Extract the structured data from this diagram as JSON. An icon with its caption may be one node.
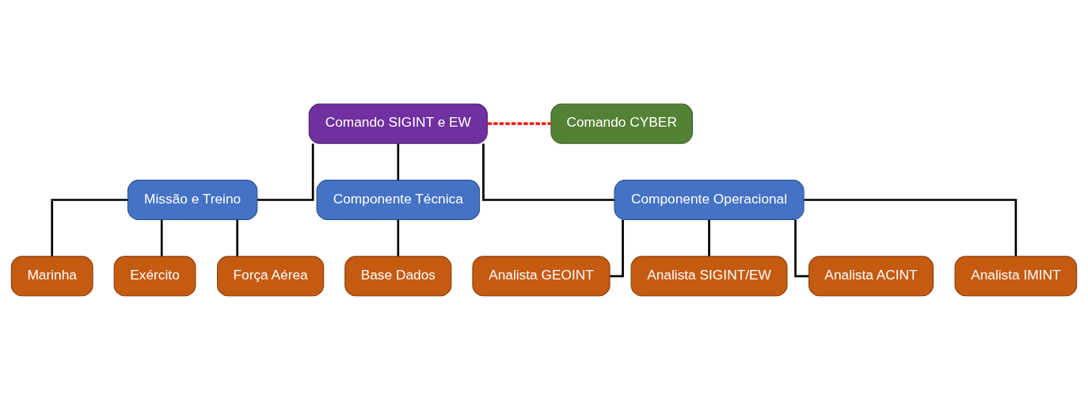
{
  "diagram": {
    "nodes": [
      {
        "text": [
          "Comando SIGINT e EW"
        ]
      },
      {
        "text": [
          "Comando CYBER"
        ]
      },
      {
        "text": [
          "Missão e Treino"
        ]
      },
      {
        "text": [
          "Componente Técnica"
        ]
      },
      {
        "text": [
          "Componente Operacional"
        ]
      },
      {
        "text": [
          "Marinha"
        ]
      },
      {
        "text": [
          "Exército"
        ]
      },
      {
        "text": [
          "Força Aérea"
        ]
      },
      {
        "text": [
          "Base Dados"
        ]
      },
      {
        "text": [
          "Analista GEOINT"
        ]
      },
      {
        "text": [
          "Analista SIGINT/EW"
        ]
      },
      {
        "text": [
          "Analista ACINT"
        ]
      },
      {
        "text": [
          "Analista IMINT"
        ]
      }
    ],
    "edges": [
      {
        "from": 0,
        "to": 1,
        "arrow": "none",
        "style": "dashed",
        "color": "#ff0000"
      },
      {
        "from": 0,
        "to": 2,
        "arrow": "none"
      },
      {
        "from": 0,
        "to": 3,
        "arrow": "none"
      },
      {
        "from": 0,
        "to": 4,
        "arrow": "none"
      },
      {
        "from": 2,
        "to": 5,
        "arrow": "none"
      },
      {
        "from": 2,
        "to": 6,
        "arrow": "none"
      },
      {
        "from": 2,
        "to": 7,
        "arrow": "none"
      },
      {
        "from": 3,
        "to": 8,
        "arrow": "none"
      },
      {
        "from": 4,
        "to": 9,
        "arrow": "none"
      },
      {
        "from": 4,
        "to": 10,
        "arrow": "none"
      },
      {
        "from": 4,
        "to": 11,
        "arrow": "none"
      },
      {
        "from": 4,
        "to": 12,
        "arrow": "none"
      }
    ]
  }
}
